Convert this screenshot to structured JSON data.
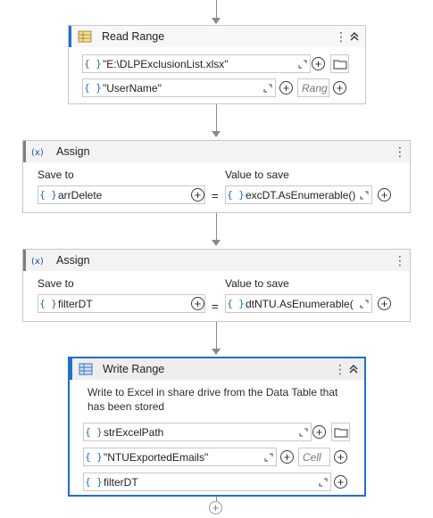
{
  "read_range": {
    "title": "Read Range",
    "workbook_path": "\"E:\\DLPExclusionList.xlsx\"",
    "sheet_name": "\"UserName\"",
    "range_placeholder": "Rang"
  },
  "assign_1": {
    "title": "Assign",
    "save_to_label": "Save to",
    "value_label": "Value to save",
    "save_to_value": "arrDelete",
    "value_to_save": "excDT.AsEnumerable()",
    "equals": "="
  },
  "assign_2": {
    "title": "Assign",
    "save_to_label": "Save to",
    "value_label": "Value to save",
    "save_to_value": "filterDT",
    "value_to_save": "dtNTU.AsEnumerable(",
    "equals": "="
  },
  "write_range": {
    "title": "Write Range",
    "description": "Write to Excel in share drive from the Data Table that has been stored",
    "workbook_path": "strExcelPath",
    "sheet_name": "\"NTUExportedEmails\"",
    "cell_placeholder": "Cell",
    "datatable": "filterDT"
  },
  "glyphs": {
    "curly": "{ }",
    "plus": "+",
    "kebab": "⋮"
  },
  "icons": [
    "read-range-icon",
    "assign-icon",
    "write-range-icon",
    "folder-icon",
    "expand-icon",
    "collapse-icon",
    "add-icon"
  ],
  "colors": {
    "accent": "#1f6fd1",
    "border": "#c8c8c8",
    "header": "#f3f3f3"
  }
}
